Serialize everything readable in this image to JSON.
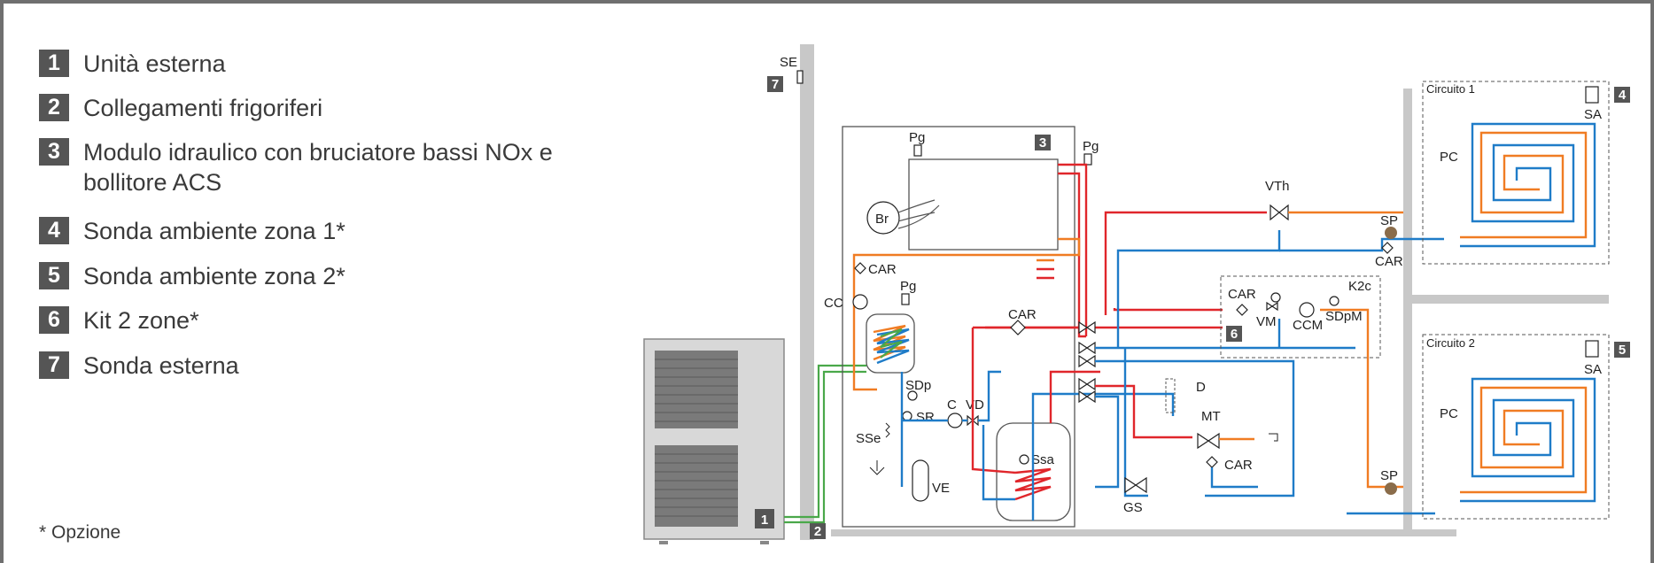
{
  "legend": [
    {
      "num": "1",
      "text": "Unità esterna"
    },
    {
      "num": "2",
      "text": "Collegamenti frigoriferi"
    },
    {
      "num": "3",
      "text": "Modulo idraulico con bruciatore bassi NOx e"
    },
    {
      "num": "",
      "text": "bollitore ACS"
    },
    {
      "num": "4",
      "text": "Sonda ambiente zona 1*"
    },
    {
      "num": "5",
      "text": "Sonda ambiente zona 2*"
    },
    {
      "num": "6",
      "text": "Kit 2 zone*"
    },
    {
      "num": "7",
      "text": "Sonda esterna"
    }
  ],
  "option_note": "* Opzione",
  "diagram": {
    "markers": {
      "unit": "1",
      "frigo": "2",
      "module": "3",
      "zone1": "4",
      "zone2": "5",
      "kit": "6",
      "probe": "7"
    },
    "labels": {
      "se": "SE",
      "pg": "Pg",
      "br": "Br",
      "car": "CAR",
      "cc": "CC",
      "sdp": "SDp",
      "sr": "SR",
      "c": "C",
      "vd": "VD",
      "sse": "SSe",
      "ve": "VE",
      "ssa": "Ssa",
      "gs": "GS",
      "mt": "MT",
      "d": "D",
      "vth": "VTh",
      "sp": "SP",
      "vm": "VM",
      "ccm": "CCM",
      "k2c": "K2c",
      "sdpm": "SDpM",
      "pc": "PC",
      "sa": "SA",
      "circuit1": "Circuito 1",
      "circuit2": "Circuito 2"
    },
    "colors": {
      "flow": "#e0262b",
      "return": "#1f7cc8",
      "circuit": "#f07c23",
      "refrigerant": "#4aa84a",
      "badge": "#555555",
      "wall": "#c8c8c8"
    }
  }
}
